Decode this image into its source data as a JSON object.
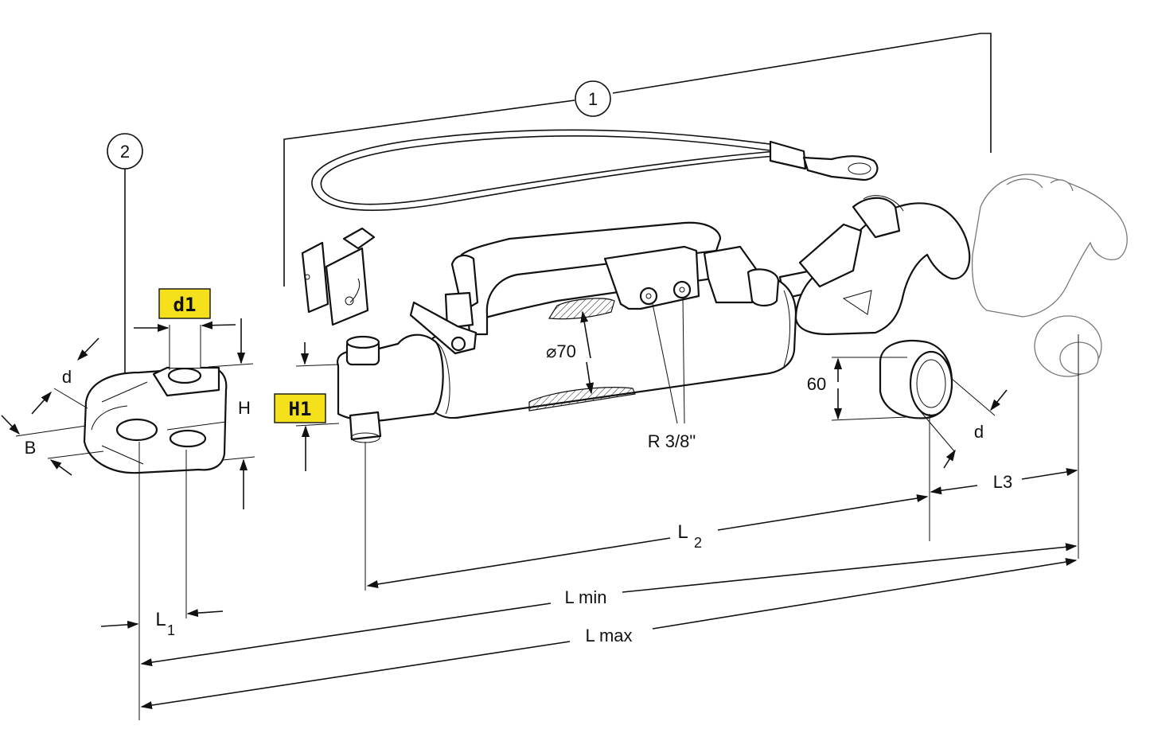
{
  "callouts": {
    "one": "1",
    "two": "2"
  },
  "labels": {
    "d1": "d1",
    "H1": "H1",
    "d_clevis": "d",
    "B": "B",
    "H": "H",
    "dia": "⌀70",
    "r38": "R 3/8\"",
    "sixty": "60",
    "d_ball": "d",
    "L3": "L3",
    "L2": "L",
    "L2_sub": "2",
    "L1": "L",
    "L1_sub": "1",
    "Lmin": "L min",
    "Lmax": "L max"
  },
  "colors": {
    "highlight": "#f5e11b",
    "ink": "#111111"
  }
}
